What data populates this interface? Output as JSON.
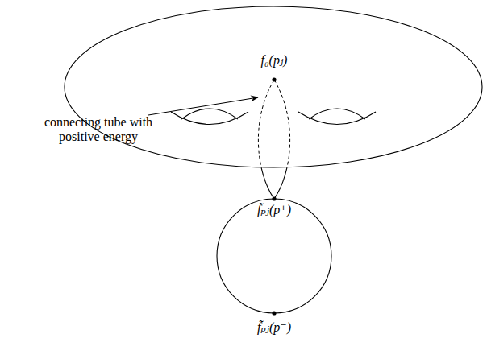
{
  "diagram": {
    "labels": [
      "f₀(pⱼ)",
      "connecting tube with positive energy",
      "f̃ₚⱼ(p⁺)",
      "f̃ₚⱼ(p⁻)"
    ]
  }
}
